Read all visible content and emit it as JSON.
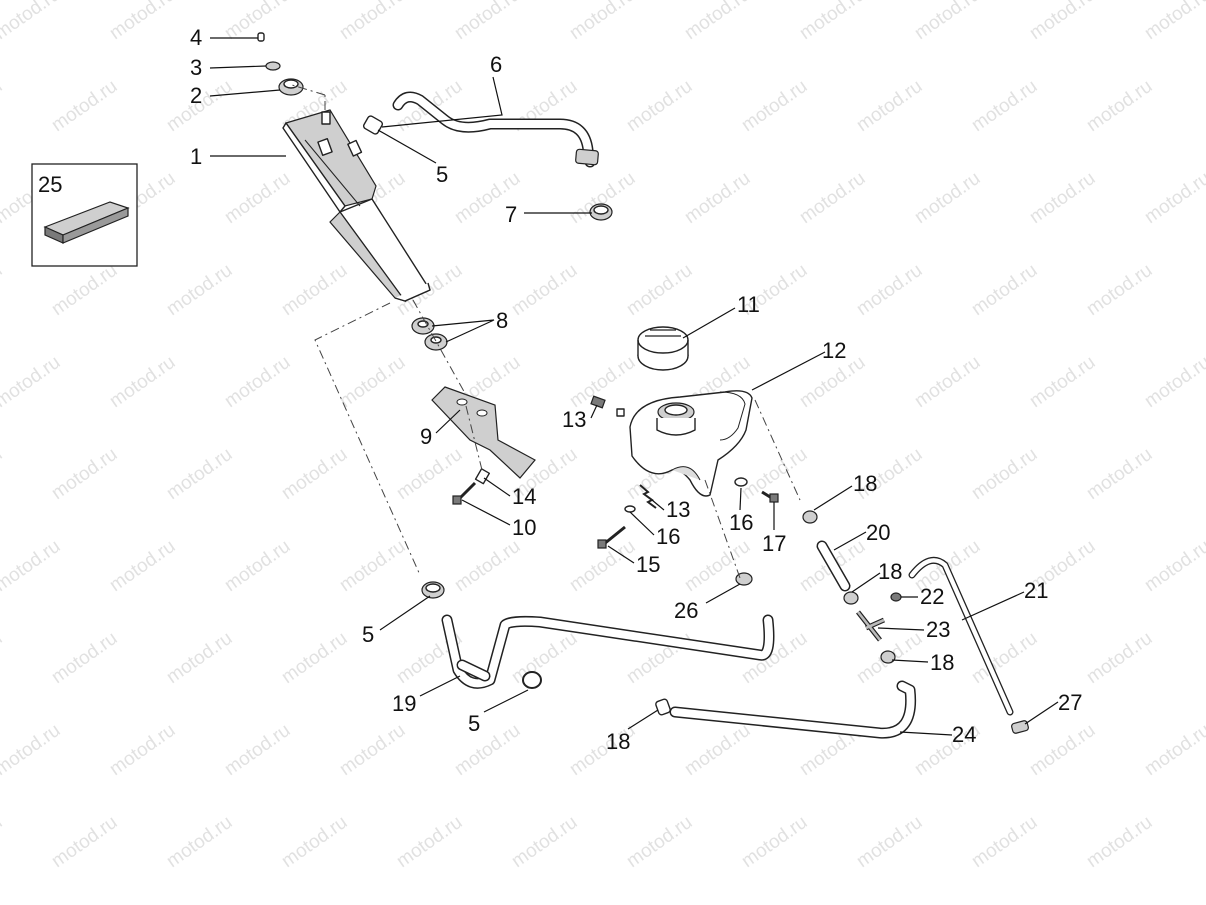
{
  "watermark": {
    "text": "motod.ru",
    "color": "#c9c9c9"
  },
  "diagram": {
    "colors": {
      "line": "#111111",
      "part_fill": "#ffffff",
      "shade": "#cfcfcf",
      "dark": "#7a7a7a"
    },
    "callouts": {
      "c1": "1",
      "c2": "2",
      "c3": "3",
      "c4": "4",
      "c5a": "5",
      "c5b": "5",
      "c5c": "5",
      "c6": "6",
      "c7": "7",
      "c8": "8",
      "c9": "9",
      "c10": "10",
      "c11": "11",
      "c12": "12",
      "c13a": "13",
      "c13b": "13",
      "c14": "14",
      "c15": "15",
      "c16a": "16",
      "c16b": "16",
      "c17": "17",
      "c18a": "18",
      "c18b": "18",
      "c18c": "18",
      "c18d": "18",
      "c19": "19",
      "c20": "20",
      "c21": "21",
      "c22": "22",
      "c23": "23",
      "c24": "24",
      "c25": "25",
      "c26": "26",
      "c27": "27"
    }
  }
}
